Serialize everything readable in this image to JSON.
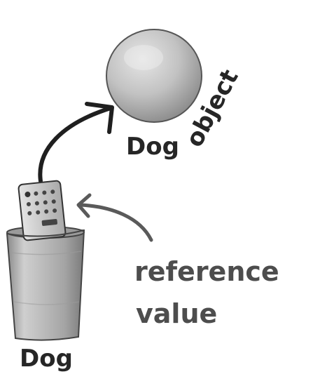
{
  "diagram": {
    "object_label_word1": "Dog",
    "object_label_word2": "object",
    "variable_label": "Dog",
    "annotation_line1": "reference",
    "annotation_line2": "value"
  },
  "icons": {
    "object": "dog-object-circle-icon",
    "cup": "variable-cup-icon",
    "remote": "remote-control-icon",
    "pointer_arrow": "reference-arrow-icon",
    "annotation_arrow": "annotation-arrow-icon"
  },
  "colors": {
    "ink": "#2a2a2a",
    "annotation_ink": "#4d4d4d",
    "object_fill": "#c2c2c2",
    "cup_fill": "#b8b8b8",
    "remote_fill": "#d0d0d0"
  }
}
